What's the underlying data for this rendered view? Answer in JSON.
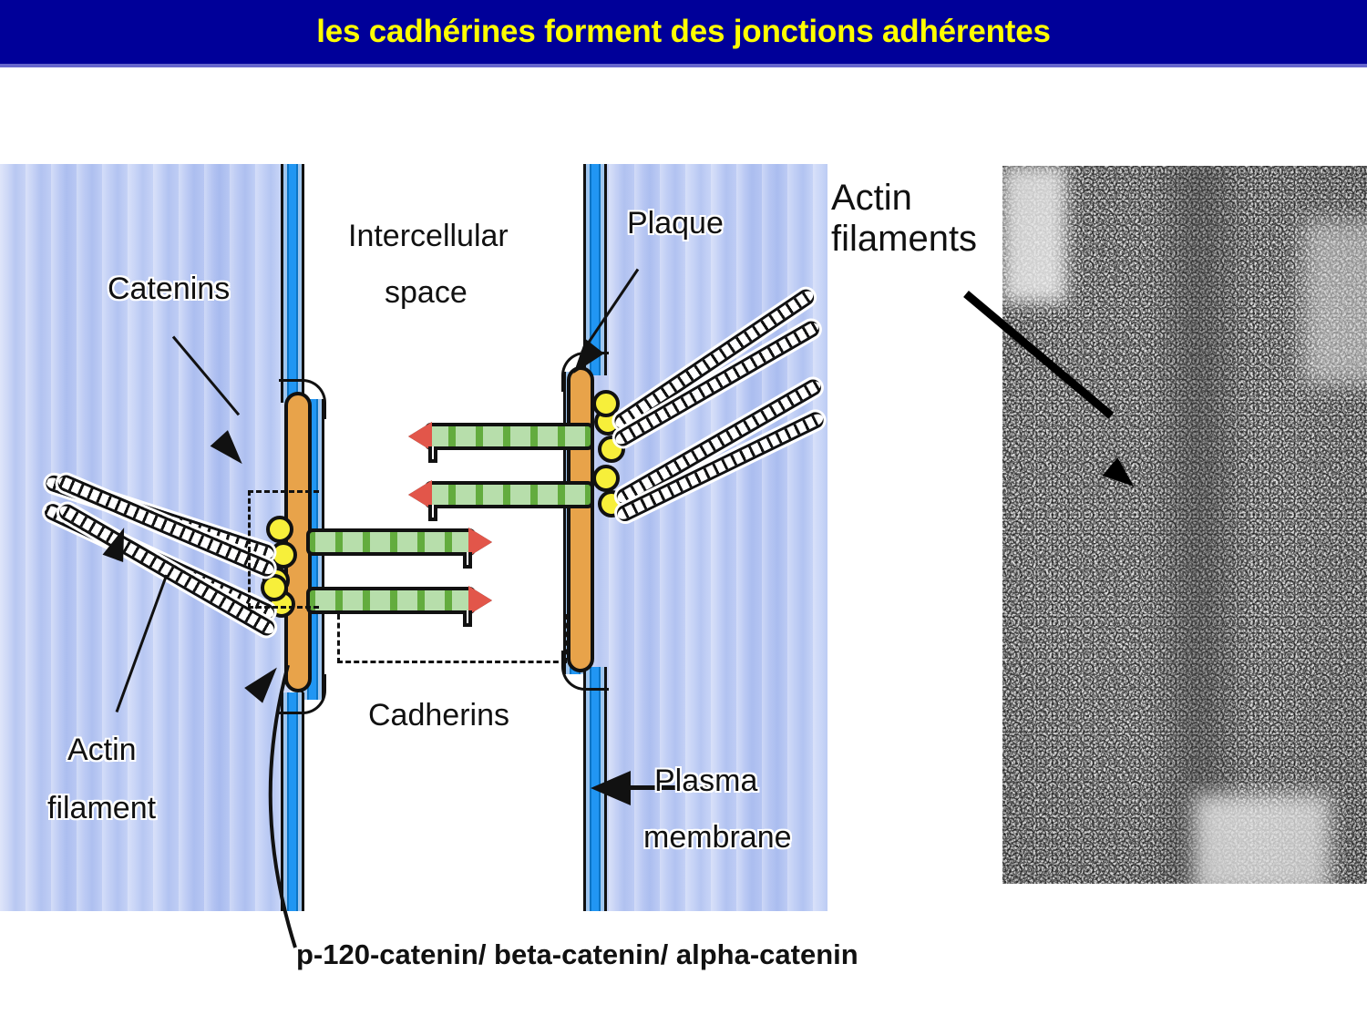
{
  "slide": {
    "title": "les cadhérines forment des jonctions adhérentes",
    "title_color": "#ffff00",
    "banner_color": "#000099",
    "background_color": "#ffffff"
  },
  "diagram": {
    "title": "Adherens junction schematic",
    "labels": {
      "catenins": "Catenins",
      "intercellular_space_line1": "Intercellular",
      "intercellular_space_line2": "space",
      "plaque": "Plaque",
      "cadherins": "Cadherins",
      "actin_filament_line1": "Actin",
      "actin_filament_line2": "filament",
      "plasma_membrane_line1": "Plasma",
      "plasma_membrane_line2": "membrane"
    },
    "colors": {
      "cytoplasm": "#c3d0f5",
      "membrane": "#2196f3",
      "plaque": "#e8a34a",
      "cadherin": "#b7deab",
      "cadherin_band": "#63ac3e",
      "cadherin_tip": "#e2564a",
      "catenin": "#f7ef3a",
      "actin": "#ffffff",
      "outline": "#111111"
    }
  },
  "external_labels": {
    "actin_filaments_line1": "Actin",
    "actin_filaments_line2": "filaments"
  },
  "micrograph": {
    "type": "electron-micrograph",
    "description": "grayscale electron micrograph of an adherens junction"
  },
  "caption": {
    "text": "p-120-catenin/ beta-catenin/ alpha-catenin"
  }
}
